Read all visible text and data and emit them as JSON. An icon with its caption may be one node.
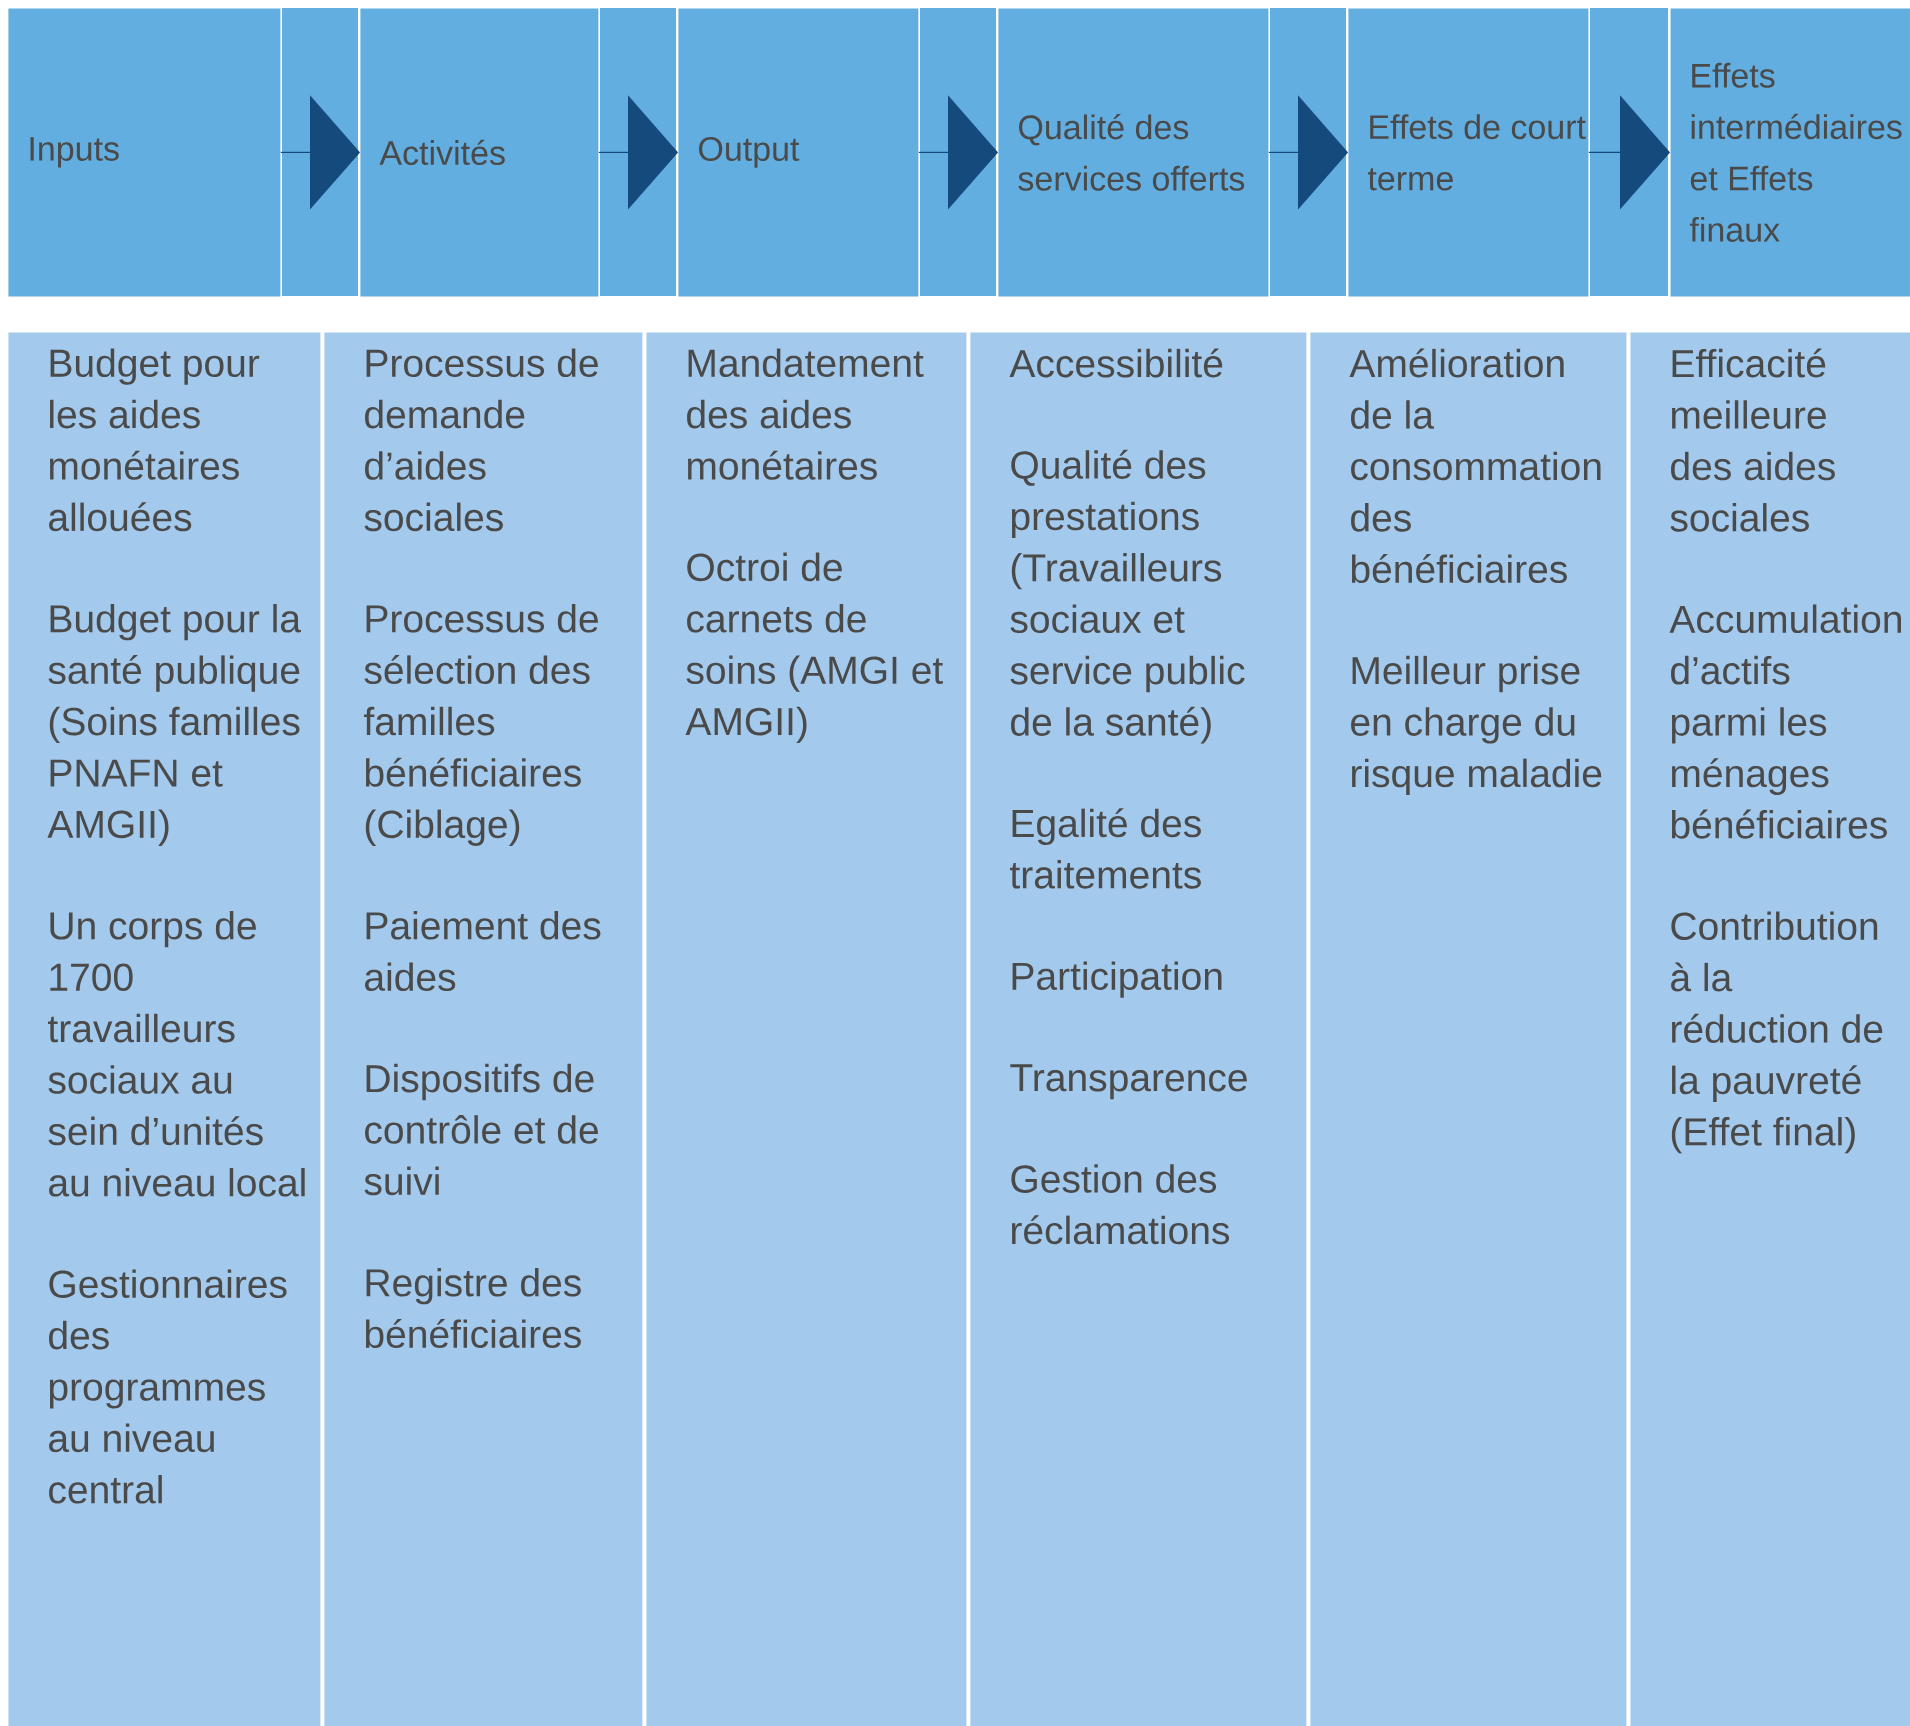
{
  "diagram": {
    "nodes": [
      {
        "text": [
          "Inputs"
        ]
      },
      {
        "text": [
          "Activités"
        ]
      },
      {
        "text": [
          "Output"
        ]
      },
      {
        "text": [
          "Qualité des services offerts"
        ]
      },
      {
        "text": [
          "Effets de court terme"
        ]
      },
      {
        "text": [
          "Effets intermédiaires et Effets finaux"
        ]
      },
      {
        "text": [
          "Budget pour les aides monétaires allouées",
          "Budget pour la santé publique (Soins familles PNAFN et AMGII)",
          "Un corps de 1700 travailleurs sociaux au sein d’unités au niveau local",
          "Gestionnaires des programmes au niveau central"
        ]
      },
      {
        "text": [
          "Processus de demande d’aides sociales",
          "Processus de sélection des familles bénéficiaires (Ciblage)",
          "Paiement des aides",
          "Dispositifs de contrôle et de suivi",
          "Registre des bénéficiaires"
        ]
      },
      {
        "text": [
          "Mandatement des aides monétaires",
          "Octroi de carnets de soins (AMGI et AMGII)"
        ]
      },
      {
        "text": [
          "Accessibilité",
          "Qualité des prestations (Travailleurs sociaux et service public de la santé)",
          "Egalité des traitements",
          "Participation",
          "Transparence",
          "Gestion des réclamations"
        ]
      },
      {
        "text": [
          "Amélioration de la consommation des bénéficiaires",
          "Meilleur prise en charge du risque maladie"
        ]
      },
      {
        "text": [
          "Efficacité meilleure des aides sociales",
          "Accumulation d’actifs parmi les ménages bénéficiaires",
          "Contribution à la réduction de la pauvreté (Effet final)"
        ]
      }
    ],
    "edges": [
      {
        "from": 0,
        "to": 1,
        "arrow": "to"
      },
      {
        "from": 1,
        "to": 2,
        "arrow": "to"
      },
      {
        "from": 2,
        "to": 3,
        "arrow": "to"
      },
      {
        "from": 3,
        "to": 4,
        "arrow": "to"
      },
      {
        "from": 4,
        "to": 5,
        "arrow": "to"
      }
    ]
  }
}
